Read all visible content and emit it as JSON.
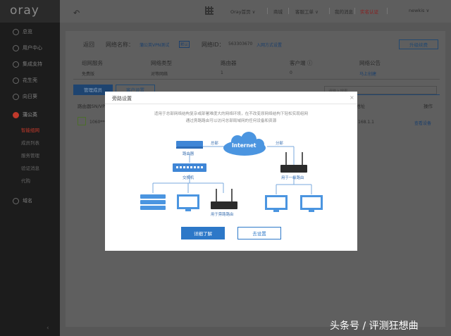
{
  "app": {
    "logo": "oray"
  },
  "sidebar": {
    "items": [
      {
        "label": "总览",
        "icon": "grid-icon"
      },
      {
        "label": "用户中心",
        "icon": "user-icon"
      },
      {
        "label": "集成支持",
        "icon": "headset-icon"
      },
      {
        "label": "花生壳",
        "icon": "peanut-icon"
      },
      {
        "label": "向日葵",
        "icon": "sunflower-icon"
      },
      {
        "label": "蒲公英",
        "icon": "dandelion-icon"
      }
    ],
    "sub_items": [
      "智能组网",
      "成员列表",
      "服务管理",
      "验证消息",
      "代购"
    ],
    "domain_item": {
      "label": "域名",
      "icon": "globe-icon"
    },
    "collapse_glyph": "‹"
  },
  "topbar": {
    "home": "Oray首页 ∨",
    "mall": "商城",
    "workorder": "客服工单 ∨",
    "messages": "我的消息",
    "verify": "实名认证",
    "user": "newkis ∨"
  },
  "page": {
    "back": "返回",
    "network_name_label": "网络名称：",
    "network_name": "蒲公英VPN测试",
    "network_badge": "默认",
    "network_id_label": "网络ID：",
    "network_id": "563303670",
    "network_id_link": "入网方式设置",
    "upgrade_button": "升级续费",
    "info": {
      "headers": [
        "组网服务",
        "网络类型",
        "路由器",
        "客户端 ⓘ",
        "网络公告"
      ],
      "values": [
        "免费版",
        "对等网络",
        "1",
        "0",
        "马上创建"
      ]
    },
    "tabs": [
      "管理成员",
      "客户设置"
    ],
    "search_placeholder": "请输入搜索",
    "table": {
      "headers": [
        "路由器SN/VP...",
        "地址",
        "操作"
      ],
      "row": {
        "sn": "1060***",
        "addr": "168.1.1",
        "action": "查看设备"
      }
    }
  },
  "modal": {
    "title": "旁路设置",
    "close": "×",
    "desc_line1": "适用于总部网络结构复杂或部署难度大的网络环境，在不改变原网络结构下轻松实现组网",
    "desc_line2": "通过旁路路由可以访问总部局域网的任何设备和资源",
    "diagram": {
      "internet": "Internet",
      "router": "路由器",
      "switch": "交换机",
      "bypass_router": "用于旁路路由",
      "branch_router": "用于一级路由",
      "link_hq": "总部",
      "link_branch": "分部"
    },
    "primary_button": "详细了解",
    "secondary_button": "去设置"
  },
  "watermark": "头条号 / 评测狂想曲"
}
